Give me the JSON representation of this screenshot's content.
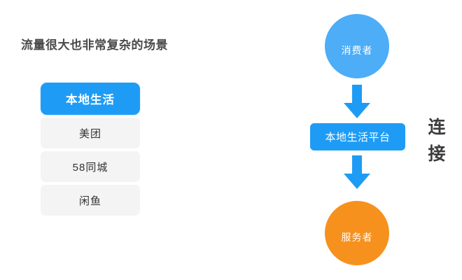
{
  "slide": {
    "background_color": "#ffffff",
    "left_panel": {
      "title": "流量很大也非常复杂的场景",
      "options": [
        {
          "label": "本地生活",
          "active": true
        },
        {
          "label": "美团",
          "active": false
        },
        {
          "label": "58同城",
          "active": false
        },
        {
          "label": "闲鱼",
          "active": false
        }
      ]
    },
    "flow_diagram": {
      "nodes": [
        {
          "id": "consumer",
          "label": "消费者",
          "shape": "circle",
          "color": "#4dadf7"
        },
        {
          "id": "platform",
          "label": "本地生活平台",
          "shape": "rounded-rect",
          "color": "#1e9cf5"
        },
        {
          "id": "provider",
          "label": "服务者",
          "shape": "circle",
          "color": "#f7911e"
        }
      ],
      "arrows": [
        {
          "id": "arrow-consumer-to-platform",
          "direction": "down",
          "color": "#1e9cf5"
        },
        {
          "id": "arrow-platform-to-provider",
          "direction": "down",
          "color": "#1e9cf5"
        }
      ]
    },
    "caption": {
      "line1": "连",
      "line2": "接",
      "color": "#3d3d3d"
    },
    "colors": {
      "accent_blue": "#1e9cf5",
      "light_blue": "#4dadf7",
      "orange": "#f7911e",
      "item_gray": "#f4f4f4",
      "title_gray": "#4a4a4a"
    }
  }
}
